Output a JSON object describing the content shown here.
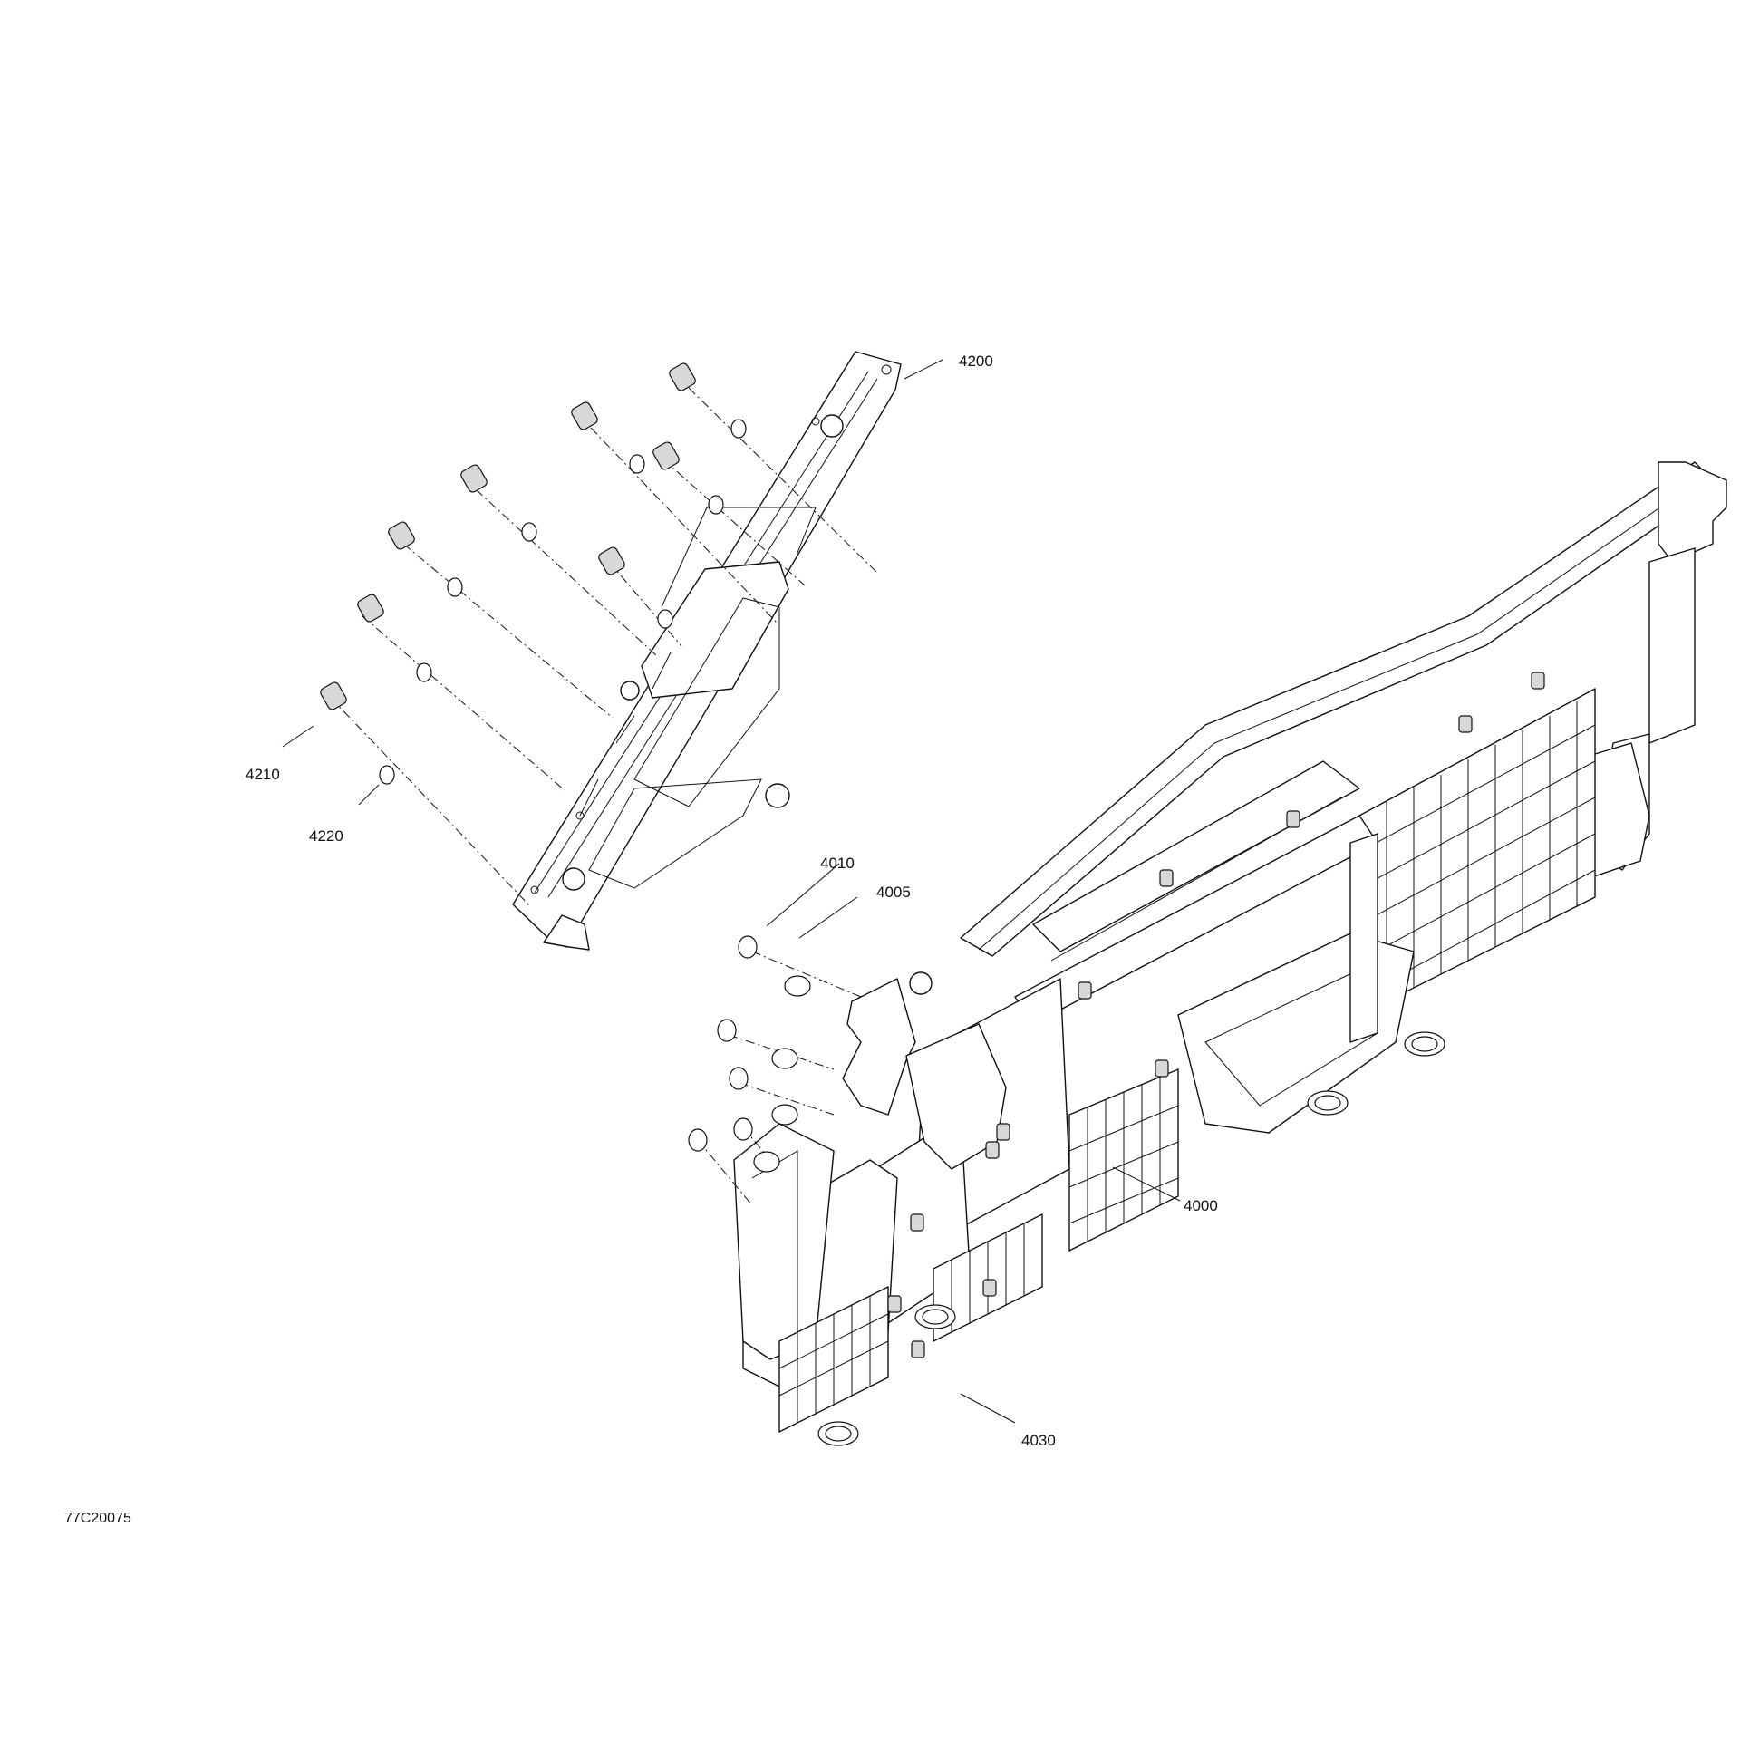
{
  "drawing_id": "77C20075",
  "colors": {
    "line": "#111111",
    "background": "#ffffff"
  },
  "callouts": [
    {
      "id": "4200",
      "text": "4200"
    },
    {
      "id": "4210",
      "text": "4210"
    },
    {
      "id": "4220",
      "text": "4220"
    },
    {
      "id": "4010",
      "text": "4010"
    },
    {
      "id": "4005",
      "text": "4005"
    },
    {
      "id": "4000",
      "text": "4000"
    },
    {
      "id": "4030",
      "text": "4030"
    }
  ]
}
